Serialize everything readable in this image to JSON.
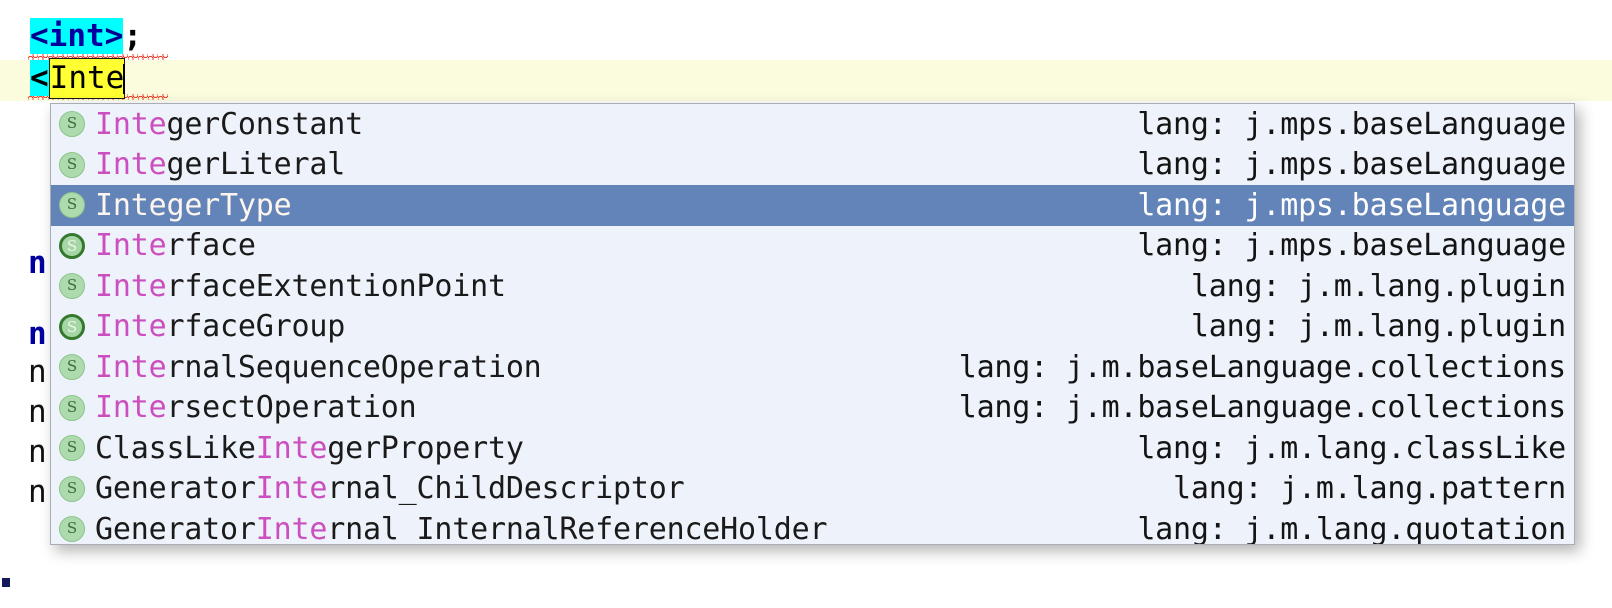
{
  "editor": {
    "line1": {
      "indent": " ",
      "open_angle": "<",
      "keyword": "int",
      "close_angle": ">",
      "semicolon": ";"
    },
    "line2": {
      "indent": " ",
      "open_angle": "<",
      "search_text": "Inte"
    },
    "occluded_chars": [
      "n",
      "n",
      "n",
      "n",
      "n",
      "n"
    ]
  },
  "popup": {
    "name": "code-completion-popup",
    "selected_index": 2,
    "colors": {
      "background": "#eef3fb",
      "selection": "#6384b8",
      "match_highlight": "#cc4fbf",
      "current_line": "#fbfbdd",
      "token_highlight": "#00ffff",
      "search_field": "#ffff32"
    },
    "items": [
      {
        "icon": "concept-icon",
        "pre": "",
        "match": "Inte",
        "post": "gerConstant",
        "lang": "lang: j.mps.baseLanguage"
      },
      {
        "icon": "concept-icon",
        "pre": "",
        "match": "Inte",
        "post": "gerLiteral",
        "lang": "lang: j.mps.baseLanguage"
      },
      {
        "icon": "concept-icon",
        "pre": "",
        "match": "Inte",
        "post": "gerType",
        "lang": "lang: j.mps.baseLanguage"
      },
      {
        "icon": "abstract-concept-icon",
        "pre": "",
        "match": "Inte",
        "post": "rface",
        "lang": "lang: j.mps.baseLanguage"
      },
      {
        "icon": "concept-icon",
        "pre": "",
        "match": "Inte",
        "post": "rfaceExtentionPoint",
        "lang": "lang: j.m.lang.plugin"
      },
      {
        "icon": "abstract-concept-icon",
        "pre": "",
        "match": "Inte",
        "post": "rfaceGroup",
        "lang": "lang: j.m.lang.plugin"
      },
      {
        "icon": "concept-icon",
        "pre": "",
        "match": "Inte",
        "post": "rnalSequenceOperation",
        "lang": "lang: j.m.baseLanguage.collections"
      },
      {
        "icon": "concept-icon",
        "pre": "",
        "match": "Inte",
        "post": "rsectOperation",
        "lang": "lang: j.m.baseLanguage.collections"
      },
      {
        "icon": "concept-icon",
        "pre": "ClassLike",
        "match": "Inte",
        "post": "gerProperty",
        "lang": "lang: j.m.lang.classLike"
      },
      {
        "icon": "concept-icon",
        "pre": "Generator",
        "match": "Inte",
        "post": "rnal_ChildDescriptor",
        "lang": "lang: j.m.lang.pattern"
      },
      {
        "icon": "concept-icon",
        "pre": "Generator",
        "match": "Inte",
        "post": "rnal_InternalReferenceHolder",
        "lang": "lang: j.m.lang.quotation"
      }
    ]
  }
}
